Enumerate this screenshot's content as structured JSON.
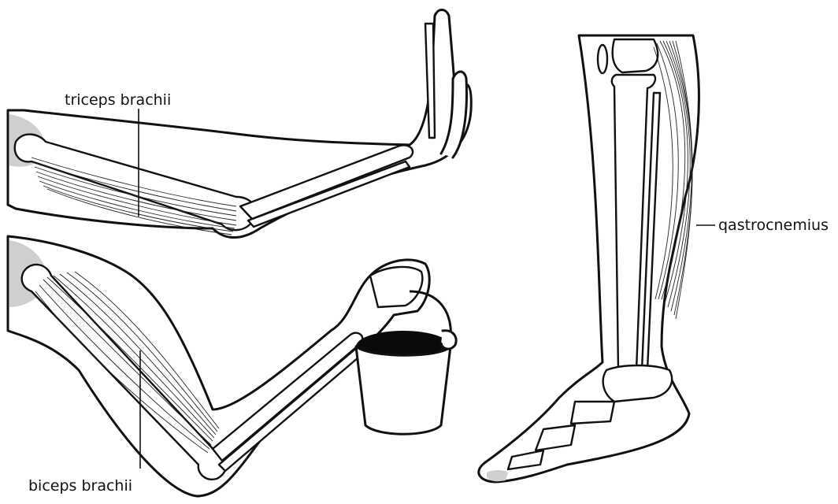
{
  "labels": {
    "triceps": "triceps brachii",
    "biceps": "biceps brachii",
    "gastrocnemius": "qastrocnemius"
  },
  "colors": {
    "line": "#111111",
    "paper": "#ffffff",
    "shade": "#cfcfcf",
    "bucket_interior": "#0a0a0a"
  }
}
